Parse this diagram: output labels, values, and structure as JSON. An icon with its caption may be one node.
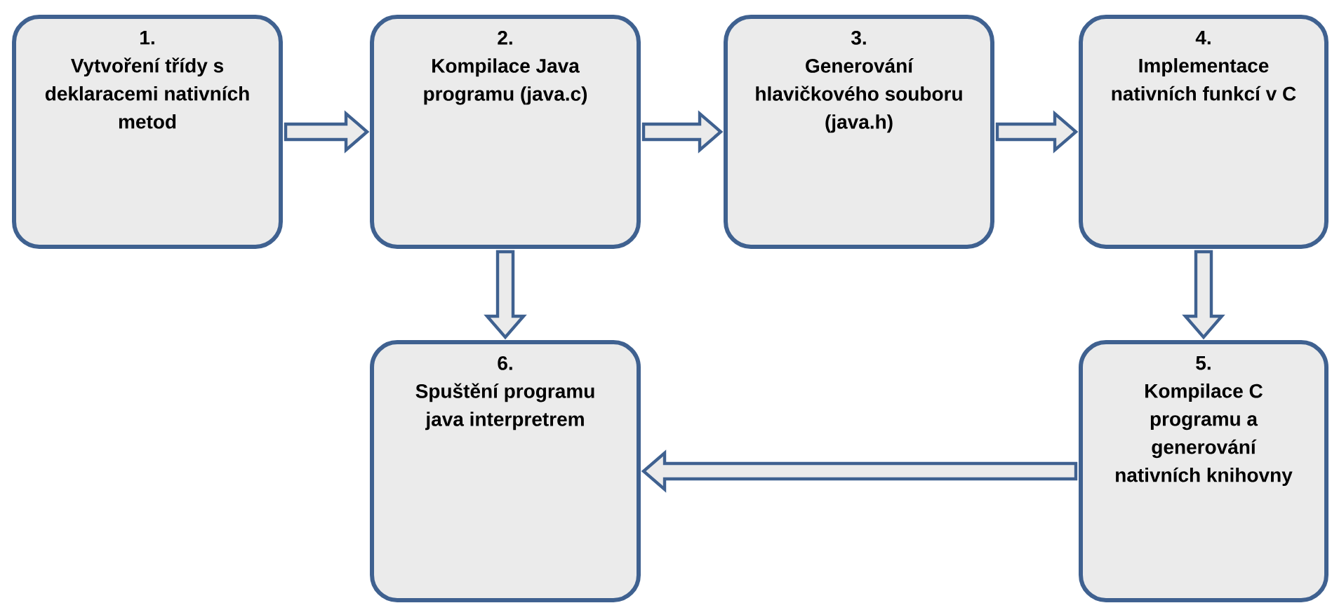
{
  "diagram": {
    "nodes": [
      {
        "text": [
          "1.",
          "Vytvoření třídy s deklaracemi nativních metod"
        ]
      },
      {
        "text": [
          "2.",
          "Kompilace Java programu (java.c)"
        ]
      },
      {
        "text": [
          "3.",
          "Generování hlavičkového souboru (java.h)"
        ]
      },
      {
        "text": [
          "4.",
          "Implementace nativních funkcí v C"
        ]
      },
      {
        "text": [
          "6.",
          "Spuštění programu java interpretrem"
        ]
      },
      {
        "text": [
          "5.",
          "Kompilace C programu a generování nativních knihovny"
        ]
      }
    ],
    "edges": [
      {
        "from": 0,
        "to": 1,
        "arrow": "to"
      },
      {
        "from": 1,
        "to": 2,
        "arrow": "to"
      },
      {
        "from": 2,
        "to": 3,
        "arrow": "to"
      },
      {
        "from": 1,
        "to": 4,
        "arrow": "to"
      },
      {
        "from": 3,
        "to": 5,
        "arrow": "to"
      },
      {
        "from": 5,
        "to": 4,
        "arrow": "to"
      }
    ]
  }
}
